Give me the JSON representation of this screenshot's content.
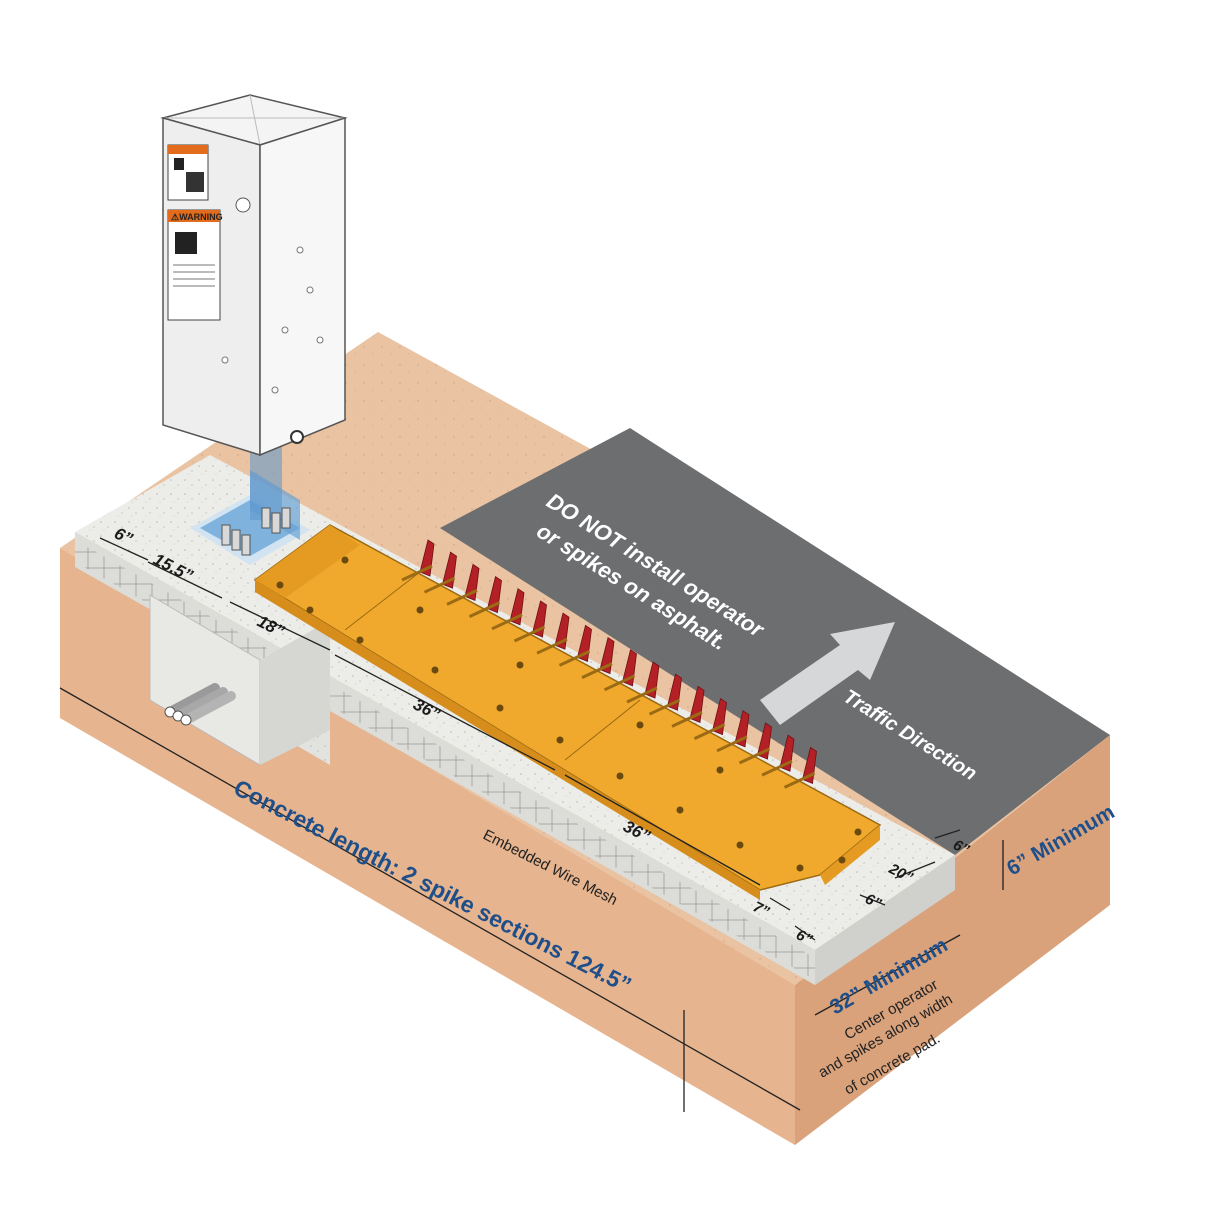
{
  "diagram": {
    "asphalt_warning_line1": "DO NOT install operator",
    "asphalt_warning_line2": "or spikes on asphalt.",
    "traffic_direction": "Traffic Direction",
    "concrete_length": "Concrete length: 2 spike sections 124.5”",
    "embedded_wire_mesh": "Embedded Wire Mesh",
    "depth_minimum": "6” Minimum",
    "width_minimum": "32” Minimum",
    "center_note_line1": "Center operator",
    "center_note_line2": "and spikes along width",
    "center_note_line3": "of concrete pad.",
    "warning_label": "⚠WARNING",
    "dimensions": {
      "d_6_left": "6”",
      "d_15_5": "15.5”",
      "d_18": "18”",
      "d_36_a": "36”",
      "d_36_b": "36”",
      "d_7": "7”",
      "d_6_bottom": "6”",
      "d_6_right_top": "6”",
      "d_20": "20”",
      "d_6_right_mid": "6”"
    }
  },
  "colors": {
    "soil": "#e9c3a2",
    "concrete_top": "#ecece9",
    "asphalt": "#6d6e70",
    "spike_base": "#f0a92c",
    "spike_blade": "#b32025",
    "label_blue": "#1f4f8a"
  },
  "icons": [
    "traffic-direction-arrow-icon",
    "operator-cabinet-icon",
    "warning-label-icon",
    "conduit-pipes-icon"
  ]
}
